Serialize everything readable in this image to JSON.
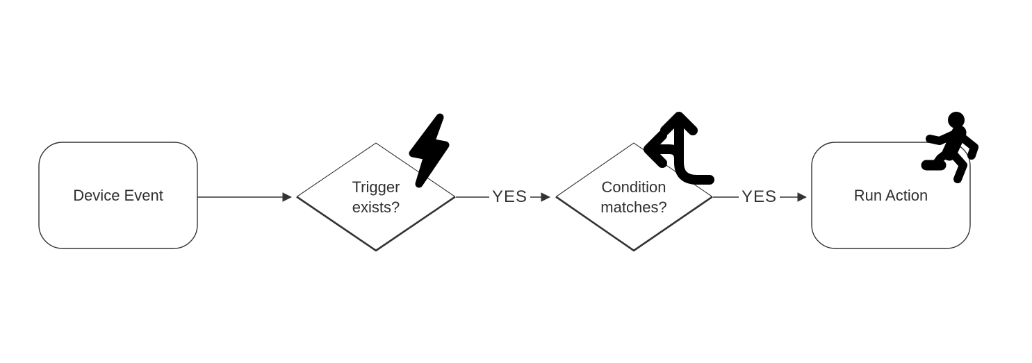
{
  "flowchart": {
    "nodes": [
      {
        "id": "device-event",
        "label": "Device Event",
        "shape": "rounded-rect",
        "icon": null
      },
      {
        "id": "trigger-exists",
        "label": "Trigger exists?",
        "shape": "diamond",
        "icon": "bolt-icon"
      },
      {
        "id": "condition-matches",
        "label": "Condition matches?",
        "shape": "diamond",
        "icon": "arrows-split-up-and-left-icon"
      },
      {
        "id": "run-action",
        "label": "Run Action",
        "shape": "rounded-rect",
        "icon": "person-running-icon"
      }
    ],
    "edges": [
      {
        "from": "device-event",
        "to": "trigger-exists",
        "label": ""
      },
      {
        "from": "trigger-exists",
        "to": "condition-matches",
        "label": "YES"
      },
      {
        "from": "condition-matches",
        "to": "run-action",
        "label": "YES"
      }
    ],
    "colors": {
      "stroke": "#333333",
      "icon": "#000000",
      "text": "#2e2e2e",
      "background": "#ffffff"
    }
  }
}
